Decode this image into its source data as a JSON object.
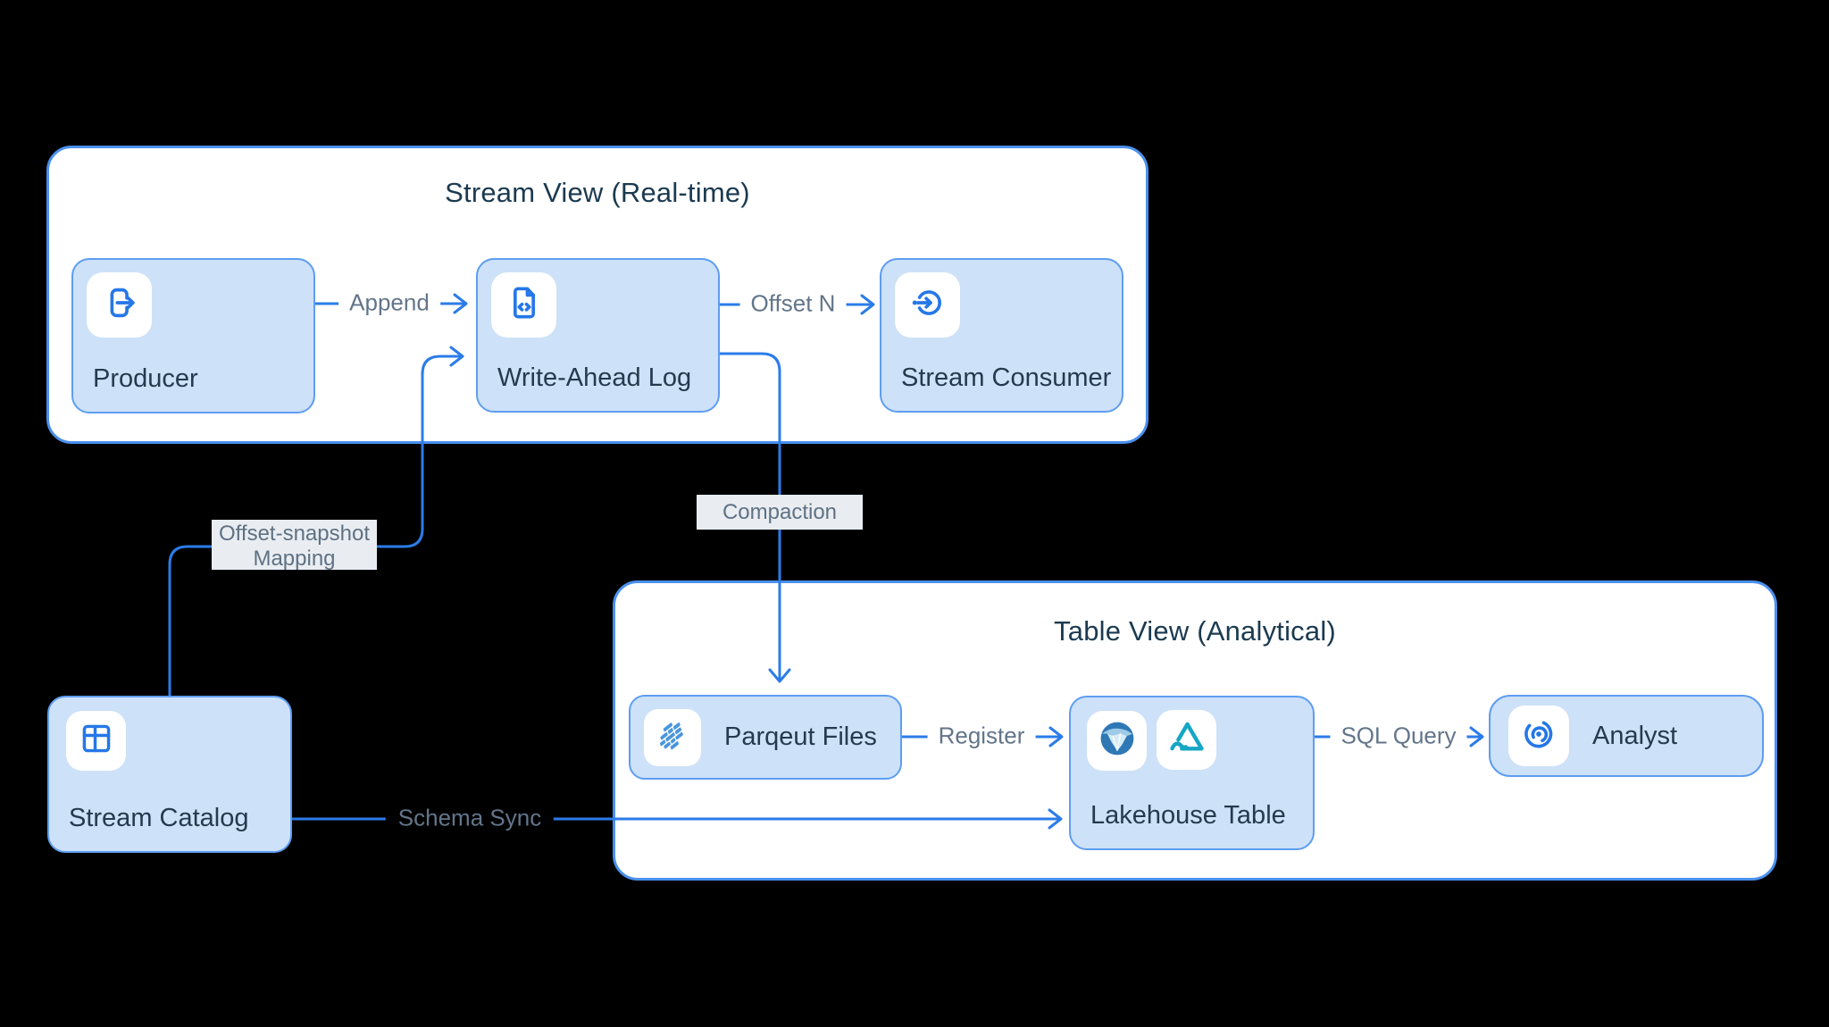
{
  "diagram": {
    "stream_view": {
      "title": "Stream View (Real-time)",
      "producer": {
        "label": "Producer",
        "icon": "export-icon"
      },
      "write_ahead_log": {
        "label": "Write-Ahead Log",
        "icon": "code-file-icon"
      },
      "stream_consumer": {
        "label": "Stream Consumer",
        "icon": "arrow-into-circle-icon"
      }
    },
    "table_view": {
      "title": "Table View (Analytical)",
      "parqeut_files": {
        "label": "Parqeut Files",
        "icon": "parquet-logo-icon"
      },
      "lakehouse_table": {
        "label": "Lakehouse Table",
        "icons": [
          "iceberg-logo-icon",
          "delta-lake-logo-icon"
        ]
      },
      "analyst": {
        "label": "Analyst",
        "icon": "spiral-target-icon"
      }
    },
    "stream_catalog": {
      "label": "Stream Catalog",
      "icon": "table-grid-icon"
    },
    "edges": {
      "append": {
        "label": "Append"
      },
      "offset_n": {
        "label": "Offset N"
      },
      "offset_snapshot_mapping": {
        "label_line1": "Offset-snapshot",
        "label_line2": "Mapping"
      },
      "compaction": {
        "label": "Compaction"
      },
      "register": {
        "label": "Register"
      },
      "sql_query": {
        "label": "SQL Query"
      },
      "schema_sync": {
        "label": "Schema Sync"
      }
    },
    "colors": {
      "background": "#000000",
      "container_bg": "#ffffff",
      "container_border": "#4a90ee",
      "node_fill": "#cde1f8",
      "node_border": "#5e9df1",
      "connector": "#2b7ce9",
      "icon_blue": "#2677e8",
      "title_text": "#1b3a50",
      "node_text": "#253a4d",
      "edge_label_text": "#63758a",
      "edge_label_chip_bg": "#e9edf2",
      "delta_teal": "#14a6c4",
      "iceberg_blue": "#2f78b6",
      "parquet_blue": "#4a96dd"
    }
  }
}
